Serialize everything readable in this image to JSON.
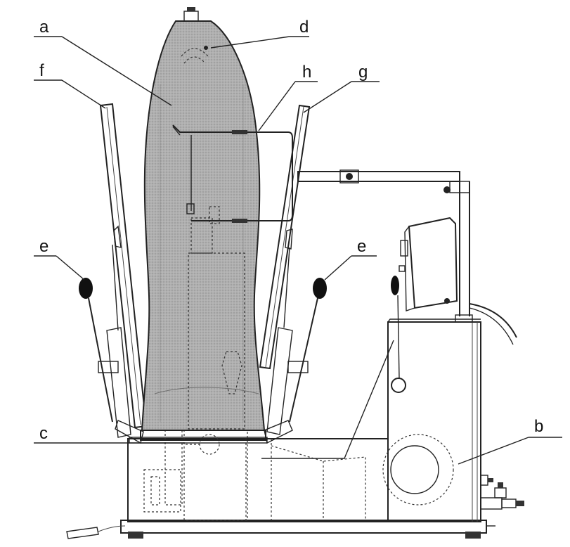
{
  "diagram": {
    "labels": {
      "a": "a",
      "b": "b",
      "c": "c",
      "d": "d",
      "e_left": "e",
      "e_right": "e",
      "f": "f",
      "g": "g",
      "h": "h"
    },
    "colors": {
      "form_fill": "#a9a9a9",
      "line": "#222222",
      "handle": "#111111",
      "background": "#ffffff"
    }
  }
}
